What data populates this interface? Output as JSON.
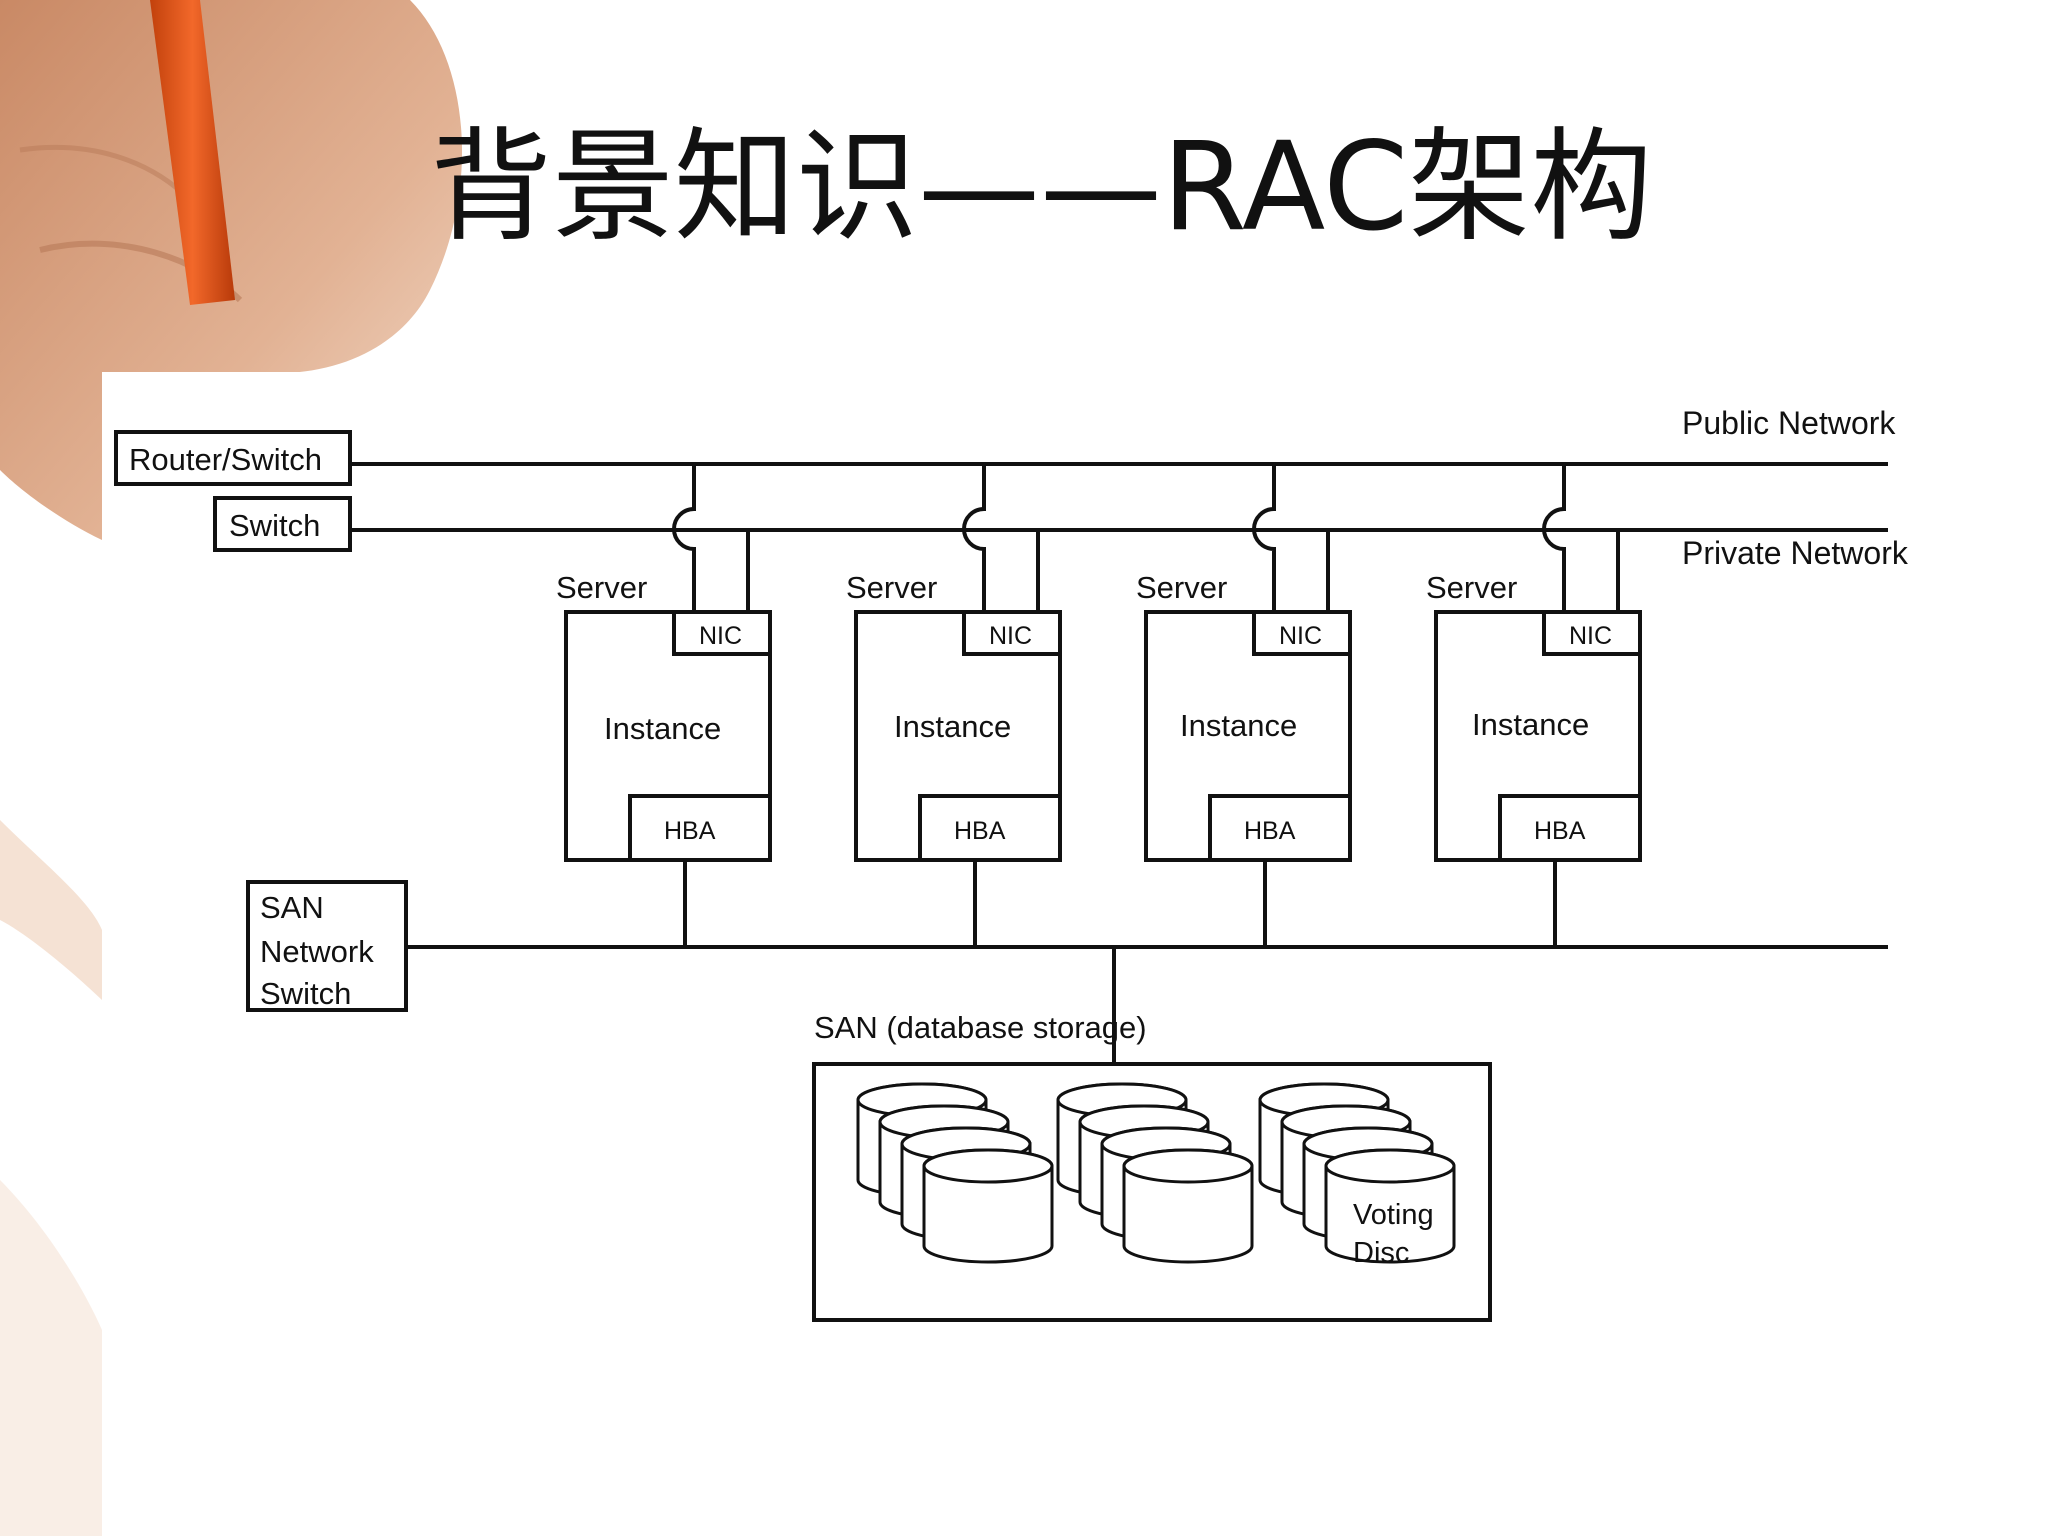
{
  "slide": {
    "title": "背景知识——RAC架构"
  },
  "diagram": {
    "networks": {
      "public_label": "Public Network",
      "private_label": "Private Network"
    },
    "devices": {
      "router_switch": "Router/Switch",
      "switch": "Switch",
      "san_switch_line1": "SAN",
      "san_switch_line2": "Network",
      "san_switch_line3": "Switch"
    },
    "servers": [
      {
        "label": "Server",
        "nic": "NIC",
        "instance": "Instance",
        "hba": "HBA"
      },
      {
        "label": "Server",
        "nic": "NIC",
        "instance": "Instance",
        "hba": "HBA"
      },
      {
        "label": "Server",
        "nic": "NIC",
        "instance": "Instance",
        "hba": "HBA"
      },
      {
        "label": "Server",
        "nic": "NIC",
        "instance": "Instance",
        "hba": "HBA"
      }
    ],
    "storage": {
      "label": "SAN (database storage)",
      "voting_line1": "Voting",
      "voting_line2": "Disc"
    }
  },
  "colors": {
    "ink": "#111111",
    "skin": "#d99f7c",
    "pencil": "#e0501d"
  }
}
